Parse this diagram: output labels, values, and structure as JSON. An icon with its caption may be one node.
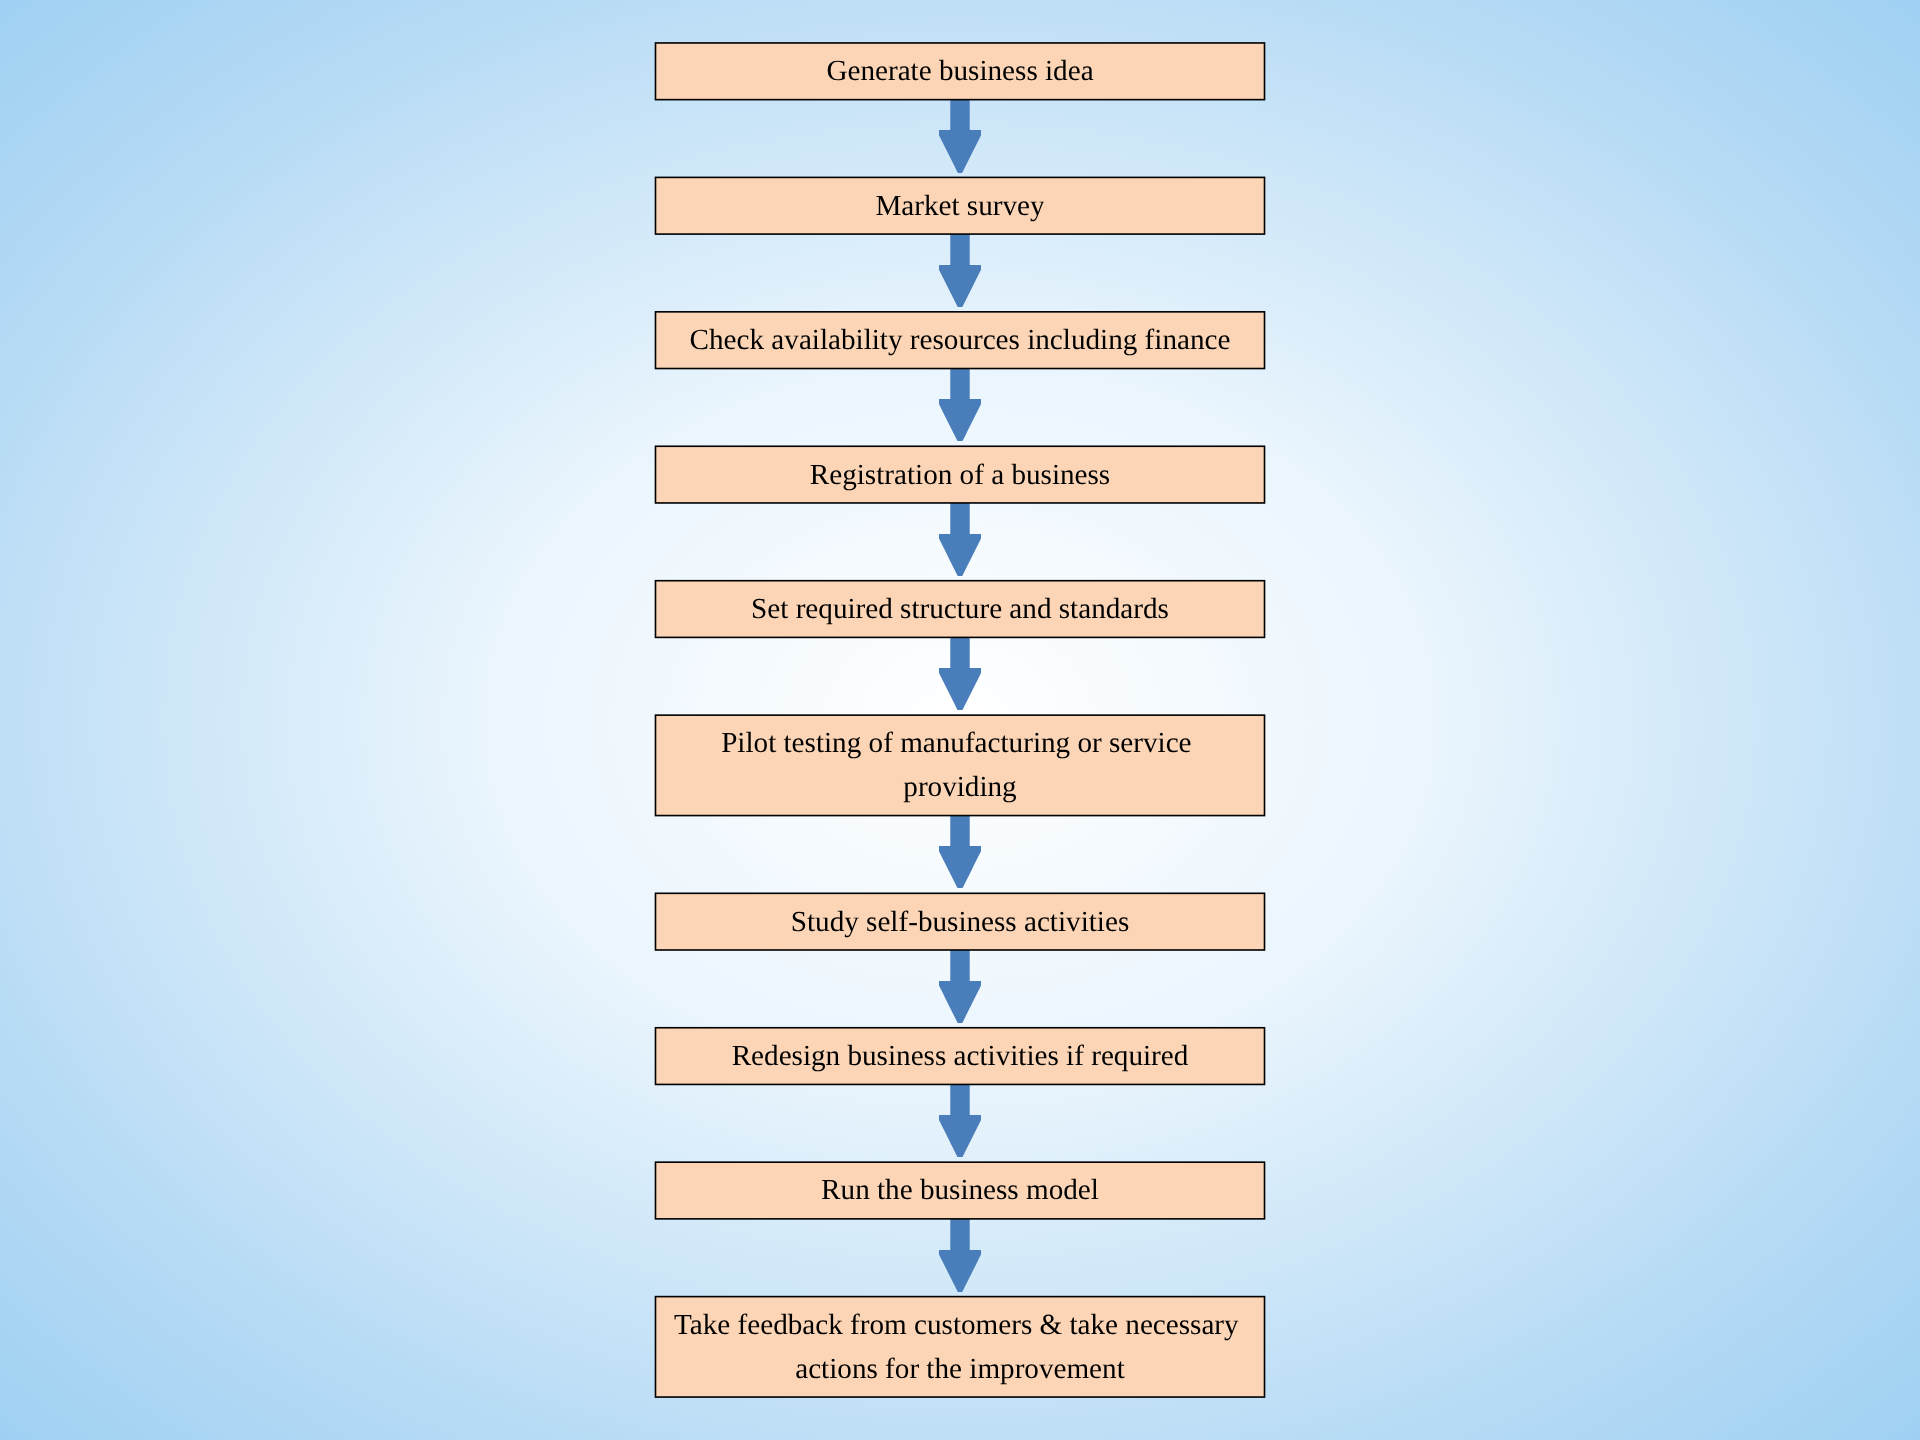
{
  "diagram": {
    "nodes": [
      {
        "text": [
          "Generate business idea"
        ]
      },
      {
        "text": [
          "Market survey"
        ]
      },
      {
        "text": [
          "Check availability resources including finance"
        ]
      },
      {
        "text": [
          "Registration of a business"
        ]
      },
      {
        "text": [
          "Set required structure and standards"
        ]
      },
      {
        "text": [
          "Pilot testing of manufacturing or service providing"
        ]
      },
      {
        "text": [
          "Study self-business activities"
        ]
      },
      {
        "text": [
          "Redesign business activities if required"
        ]
      },
      {
        "text": [
          "Run the business model"
        ]
      },
      {
        "text": [
          "Take feedback from customers & take necessary actions for the improvement"
        ]
      }
    ],
    "edges": [
      {
        "from": 0,
        "to": 1,
        "arrow": "to"
      },
      {
        "from": 1,
        "to": 2,
        "arrow": "to"
      },
      {
        "from": 2,
        "to": 3,
        "arrow": "to"
      },
      {
        "from": 3,
        "to": 4,
        "arrow": "to"
      },
      {
        "from": 4,
        "to": 5,
        "arrow": "to"
      },
      {
        "from": 5,
        "to": 6,
        "arrow": "to"
      },
      {
        "from": 6,
        "to": 7,
        "arrow": "to"
      },
      {
        "from": 7,
        "to": 8,
        "arrow": "to"
      },
      {
        "from": 8,
        "to": 9,
        "arrow": "to"
      }
    ]
  }
}
